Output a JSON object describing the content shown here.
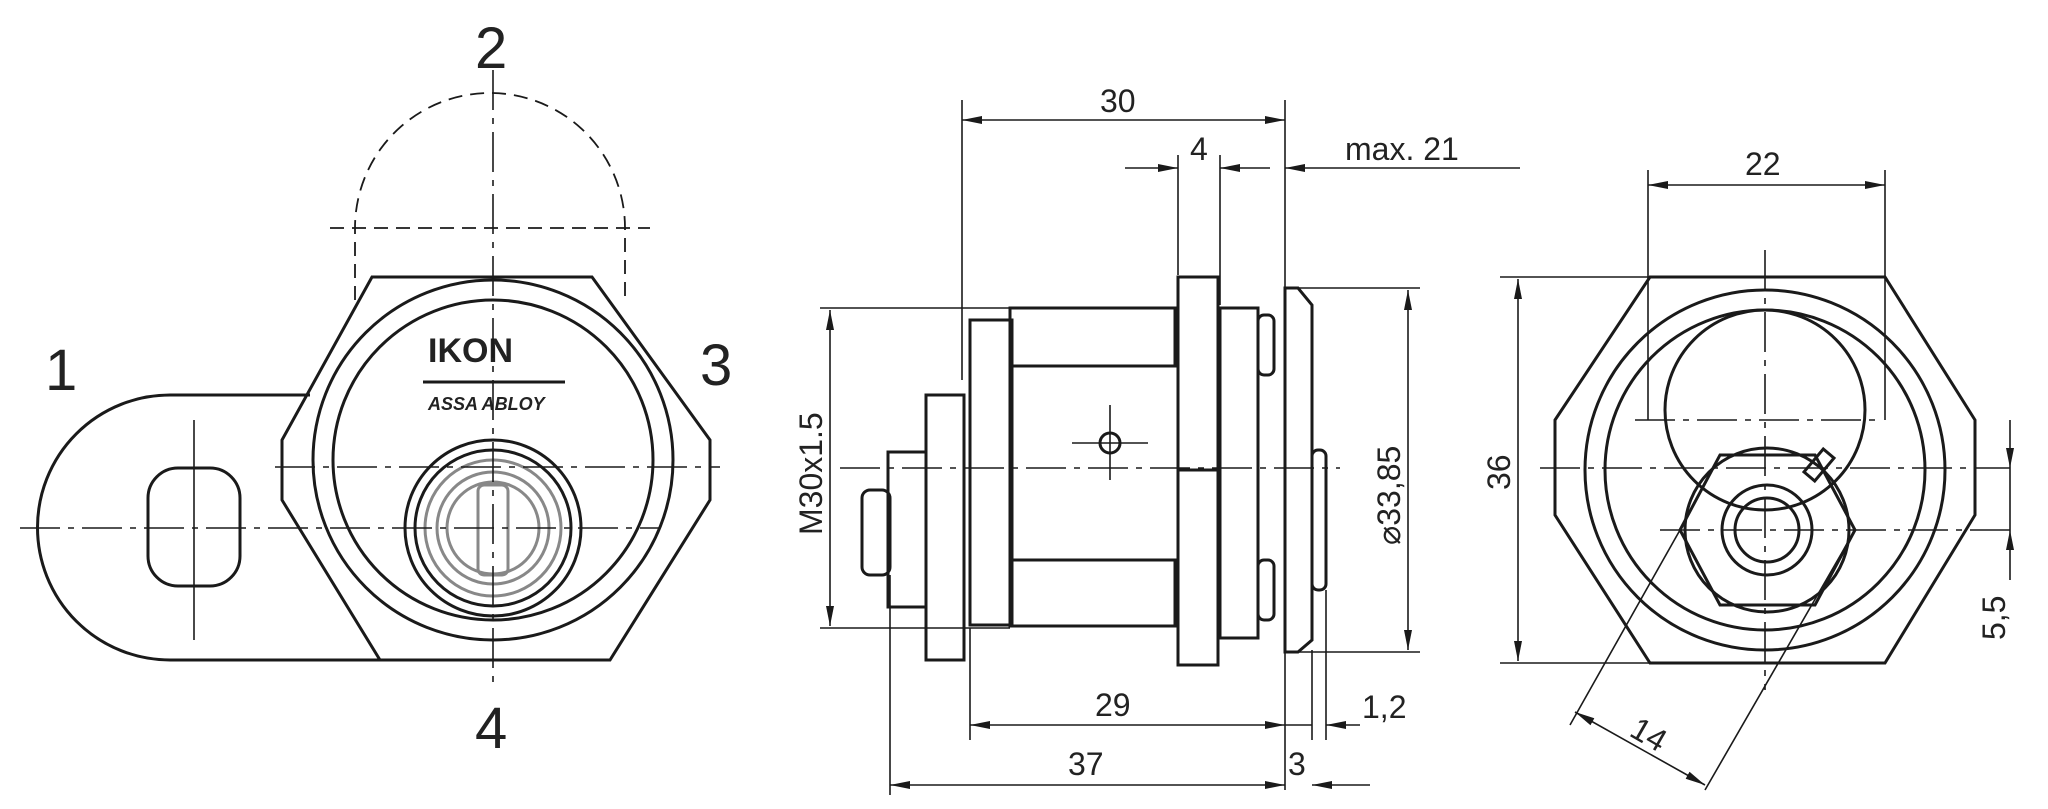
{
  "front_view": {
    "positions": [
      "1",
      "2",
      "3",
      "4"
    ],
    "logo": {
      "brand": "IKON",
      "group": "ASSA ABLOY"
    }
  },
  "side_view": {
    "dimensions": {
      "overall_top": "30",
      "flange": "4",
      "max_panel": "max. 21",
      "thread": "M30x1.5",
      "diameter": "⌀33,85",
      "body_length": "29",
      "washer": "1,2",
      "total_length": "37",
      "front": "3"
    }
  },
  "rear_view": {
    "dimensions": {
      "width": "22",
      "height": "36",
      "offset": "5,5",
      "nut": "14"
    }
  }
}
